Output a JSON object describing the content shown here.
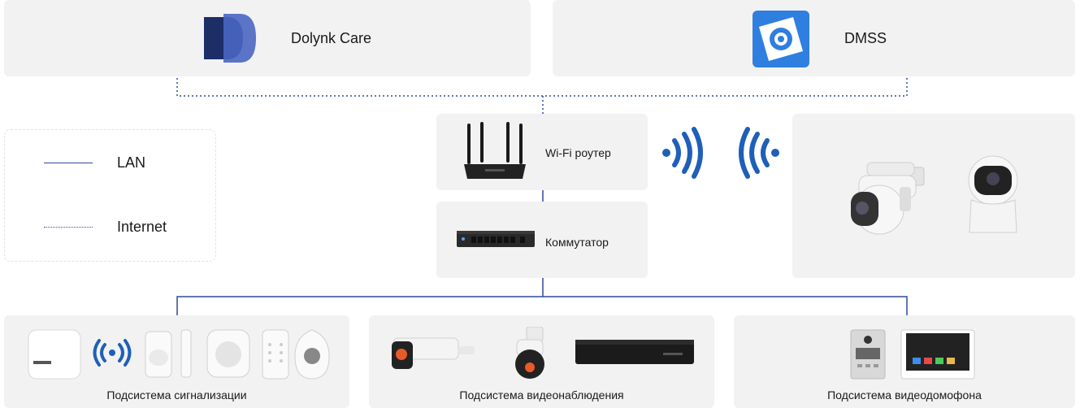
{
  "apps": [
    {
      "name": "Dolynk Care"
    },
    {
      "name": "DMSS"
    }
  ],
  "legend": {
    "lan_label": "LAN",
    "internet_label": "Internet"
  },
  "devices": {
    "router_label": "Wi-Fi роутер",
    "switch_label": "Коммутатор"
  },
  "subsystems": [
    {
      "label": "Подсистема сигнализации"
    },
    {
      "label": "Подсистема видеонаблюдения"
    },
    {
      "label": "Подсистема видеодомофона"
    }
  ],
  "colors": {
    "box_bg": "#f2f2f2",
    "line_blue": "#2e4a9e",
    "wifi_blue": "#1f5fb8",
    "dolynk_dark": "#1d2d66",
    "dolynk_light": "#4a66c2",
    "dmss_blue": "#2f7fe0"
  }
}
